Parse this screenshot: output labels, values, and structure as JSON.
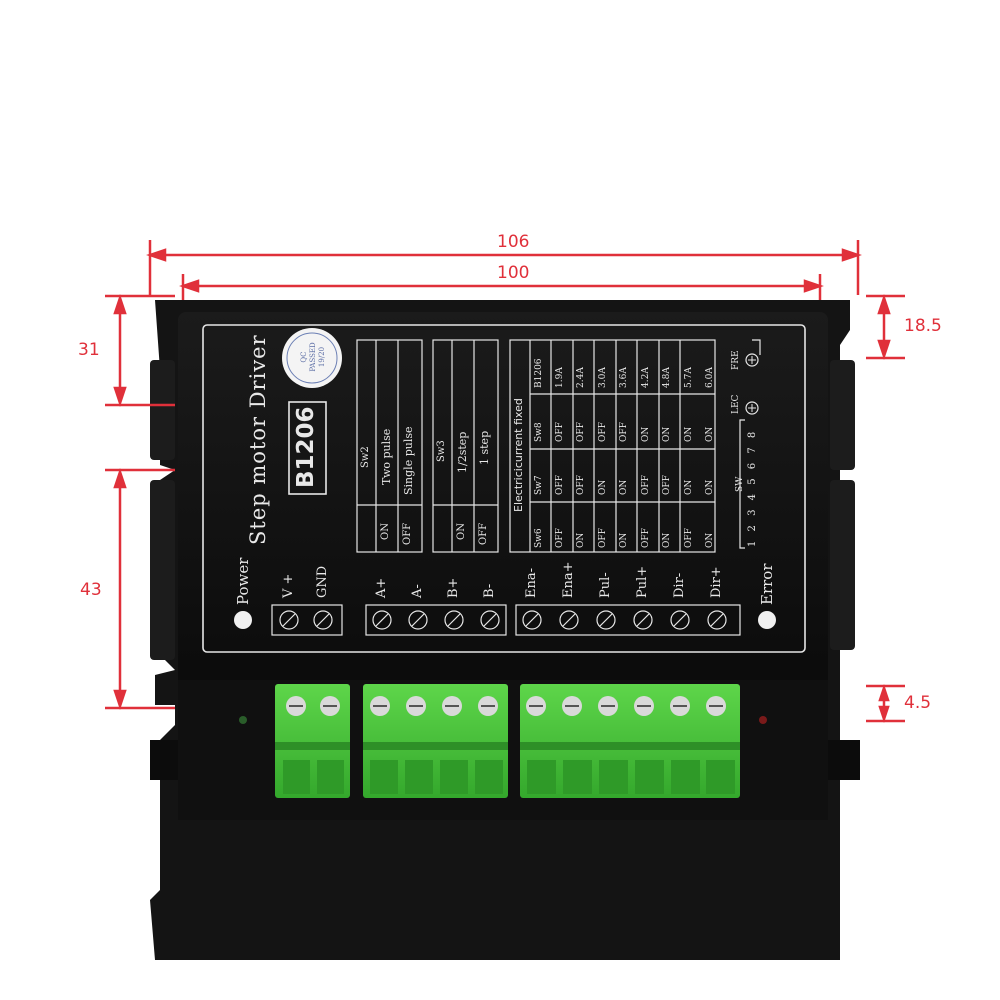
{
  "dimensions": {
    "overall_width": "106",
    "inner_width": "100",
    "left_height_top": "31",
    "left_height_bottom": "43",
    "right_top_offset": "18.5",
    "right_bottom_offset": "4.5"
  },
  "product": {
    "model": "B1206",
    "title": "Step motor Driver",
    "qc_sticker": [
      "QC",
      "PASSED",
      "19/20"
    ],
    "power_label": "Power",
    "error_label": "Error"
  },
  "terminals": [
    "V +",
    "GND",
    "A+",
    "A-",
    "B+",
    "B-",
    "Ena-",
    "Ena+",
    "Pul-",
    "Pul+",
    "Dir-",
    "Dir+"
  ],
  "sw2_table": {
    "header": "Sw2",
    "rows": [
      {
        "state": "ON",
        "mode": "Two pulse"
      },
      {
        "state": "OFF",
        "mode": "Single pulse"
      }
    ]
  },
  "sw3_table": {
    "header": "Sw3",
    "rows": [
      {
        "state": "ON",
        "mode": "1/2step"
      },
      {
        "state": "OFF",
        "mode": "1 step"
      }
    ]
  },
  "current_table": {
    "title": "Electricicurrent fixed",
    "headers": [
      "Sw6",
      "Sw7",
      "Sw8",
      "B1206"
    ],
    "rows": [
      [
        "OFF",
        "OFF",
        "OFF",
        "1.9A"
      ],
      [
        "ON",
        "OFF",
        "OFF",
        "2.4A"
      ],
      [
        "OFF",
        "ON",
        "OFF",
        "3.0A"
      ],
      [
        "ON",
        "ON",
        "OFF",
        "3.6A"
      ],
      [
        "OFF",
        "OFF",
        "ON",
        "4.2A"
      ],
      [
        "ON",
        "OFF",
        "ON",
        "4.8A"
      ],
      [
        "OFF",
        "ON",
        "ON",
        "5.7A"
      ],
      [
        "ON",
        "ON",
        "ON",
        "6.0A"
      ]
    ]
  },
  "switch_block": {
    "label": "SW",
    "numbers": [
      "1",
      "2",
      "3",
      "4",
      "5",
      "6",
      "7",
      "8"
    ],
    "fre_label": "FRE",
    "lec_label": "LEC"
  }
}
